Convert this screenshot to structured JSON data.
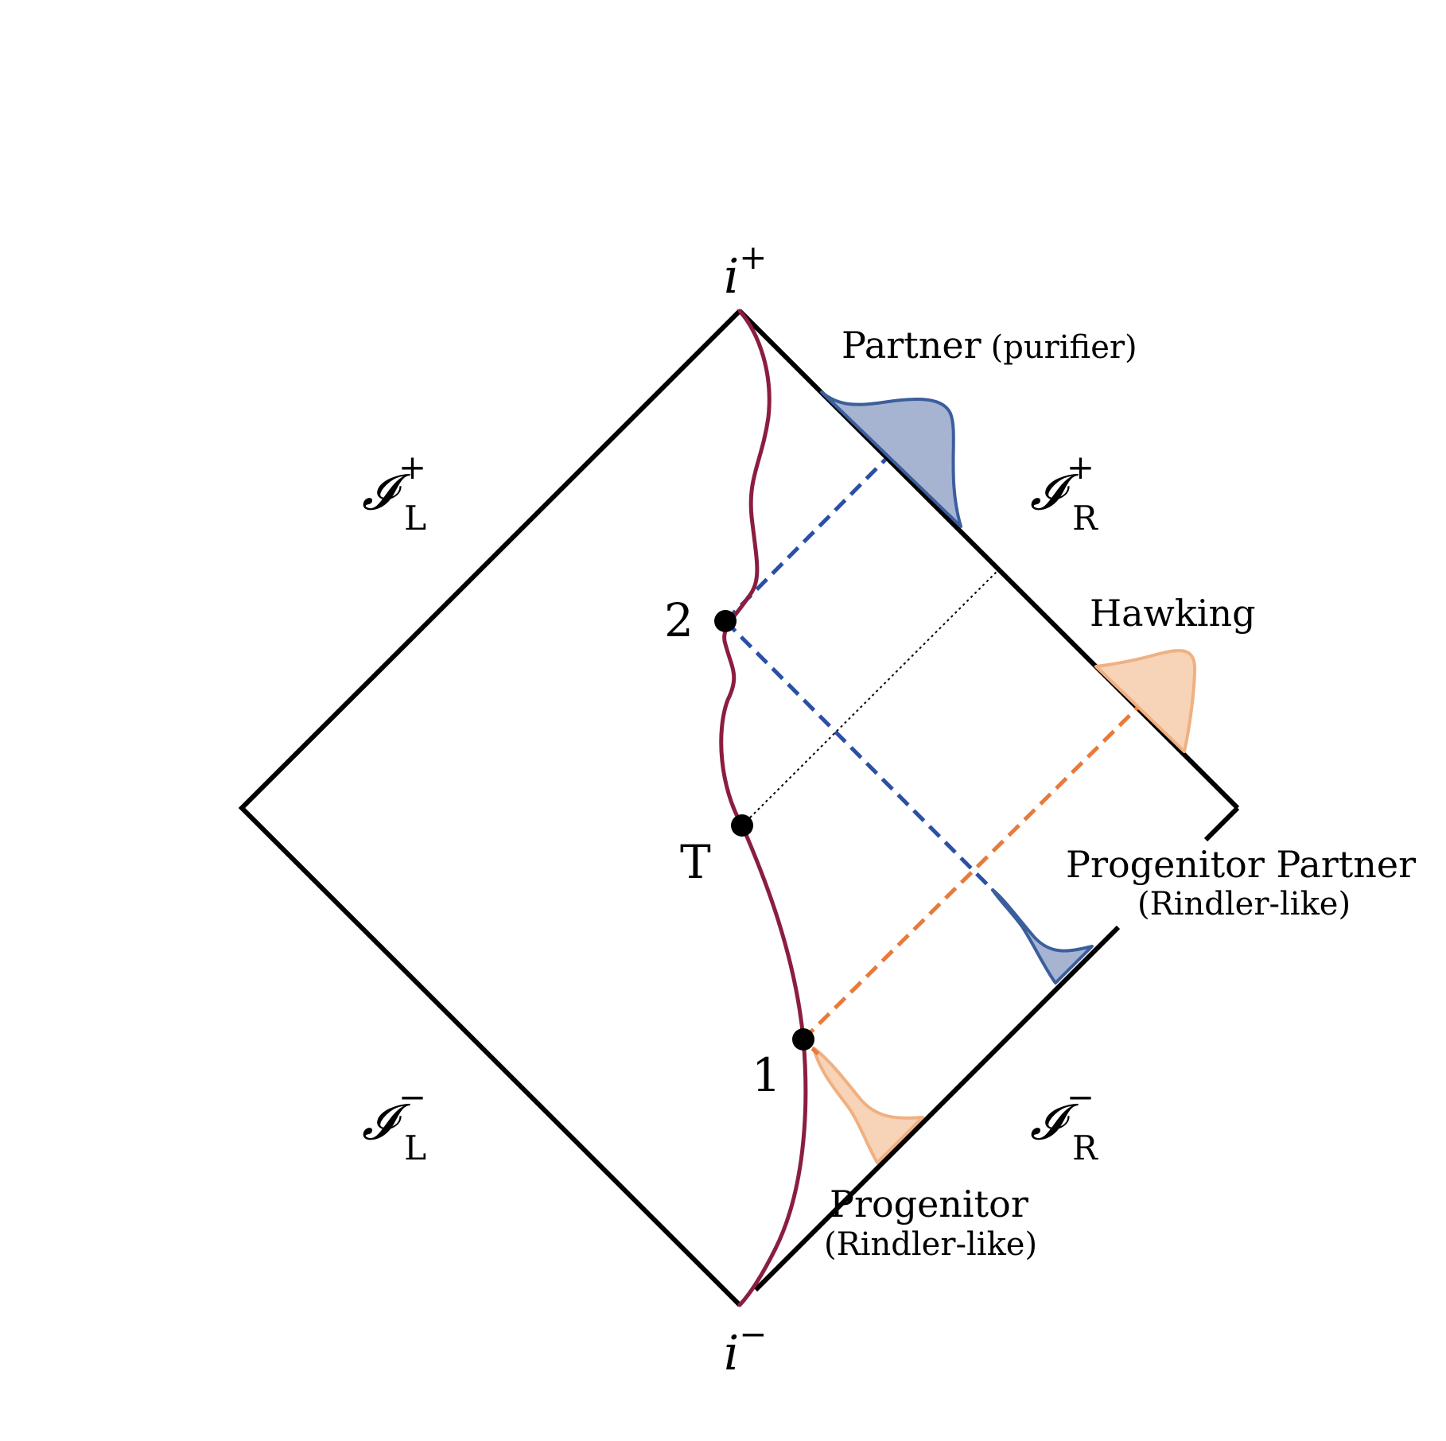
{
  "diagram": {
    "corners": {
      "top": {
        "base": "i",
        "sup": "+"
      },
      "bottom": {
        "base": "i",
        "sup": "−"
      }
    },
    "scri": {
      "left_plus": {
        "base": "𝓘",
        "sub": "L",
        "sup": "+"
      },
      "right_plus": {
        "base": "𝓘",
        "sub": "R",
        "sup": "+"
      },
      "left_minus": {
        "base": "𝓘",
        "sub": "L",
        "sup": "−"
      },
      "right_minus": {
        "base": "𝓘",
        "sub": "R",
        "sup": "−"
      }
    },
    "points": {
      "two": "2",
      "t": "T",
      "one": "1"
    },
    "labels": {
      "partner_main": "Partner",
      "partner_paren": "(purifier)",
      "hawking": "Hawking",
      "progenitor_partner": "Progenitor Partner",
      "progenitor_partner_sub": "(Rindler-like)",
      "progenitor": "Progenitor",
      "progenitor_sub": "(Rindler-like)"
    },
    "colors": {
      "outline": "#000000",
      "trajectory": "#8b1e3f",
      "blue_line": "#2b4fa6",
      "blue_fill": "#a6b4d2",
      "blue_edge": "#3c5e9c",
      "orange_line": "#e87a3a",
      "orange_fill": "#f7d3b8",
      "orange_edge": "#f0b080"
    }
  }
}
